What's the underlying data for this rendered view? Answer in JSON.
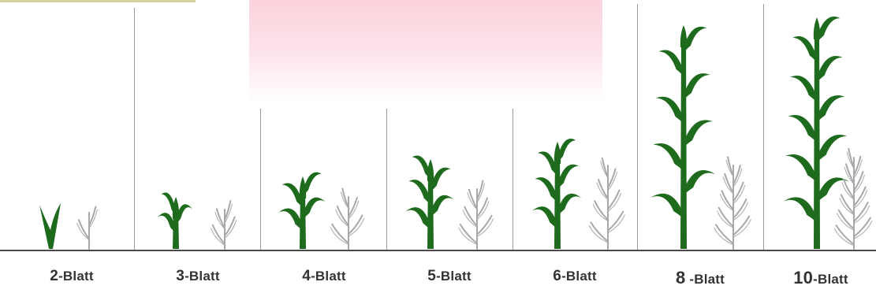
{
  "stages": [
    {
      "number": "2",
      "suffix": "-Blatt"
    },
    {
      "number": "3",
      "suffix": "-Blatt"
    },
    {
      "number": "4",
      "suffix": "-Blatt"
    },
    {
      "number": "5",
      "suffix": "-Blatt"
    },
    {
      "number": "6",
      "suffix": "-Blatt"
    },
    {
      "number": "8",
      "suffix": " -Blatt"
    },
    {
      "number": "10",
      "suffix": "-Blatt"
    }
  ],
  "colors": {
    "plant": "#1e6b1e",
    "outline": "#a8a8a8",
    "highlight": "#fbd2dc"
  }
}
